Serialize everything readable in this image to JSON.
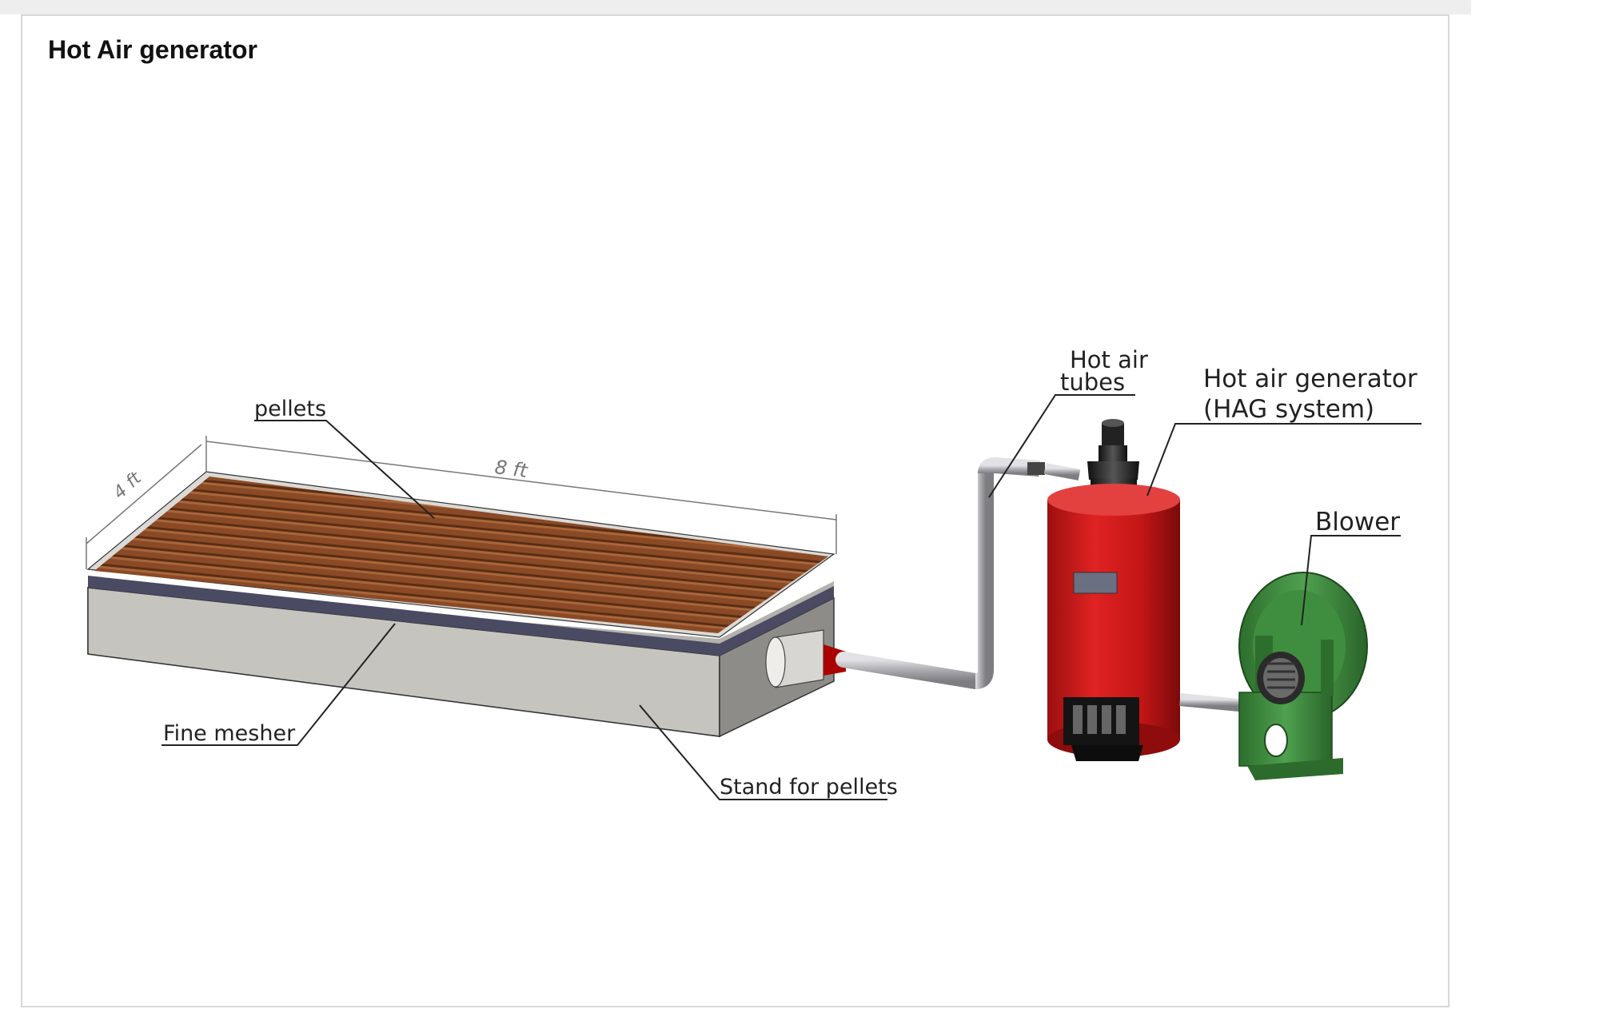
{
  "title": "Hot Air generator",
  "dimensions": {
    "width": "8 ft",
    "depth": "4 ft"
  },
  "labels": {
    "pellets": "pellets",
    "fine_mesher": "Fine mesher",
    "stand": "Stand for pellets",
    "tubes_line1": "Hot air",
    "tubes_line2": "tubes",
    "hag_line1": "Hot air generator",
    "hag_line2": "(HAG system)",
    "blower": "Blower"
  },
  "colors": {
    "pellets": "#8a4a26",
    "stand": "#b8b6b2",
    "generator": "#d41a1a",
    "blower": "#3d8a3d",
    "tube": "#b9b9bd"
  }
}
